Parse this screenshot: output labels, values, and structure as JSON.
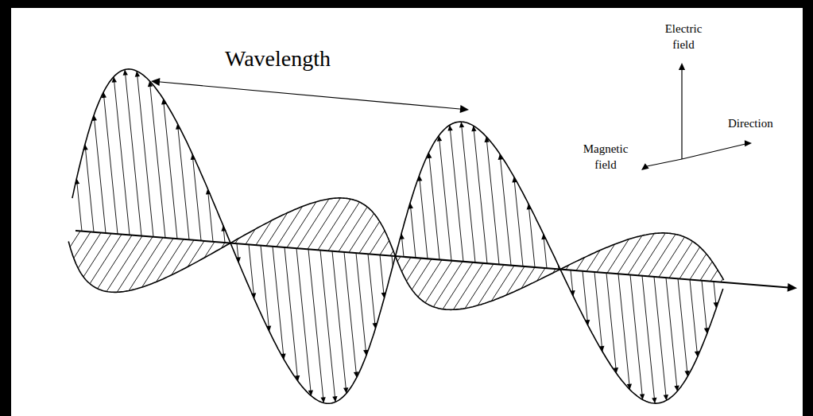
{
  "diagram": {
    "labels": [
      "Wavelength",
      "Electric field",
      "Direction",
      "Magnetic field"
    ]
  }
}
